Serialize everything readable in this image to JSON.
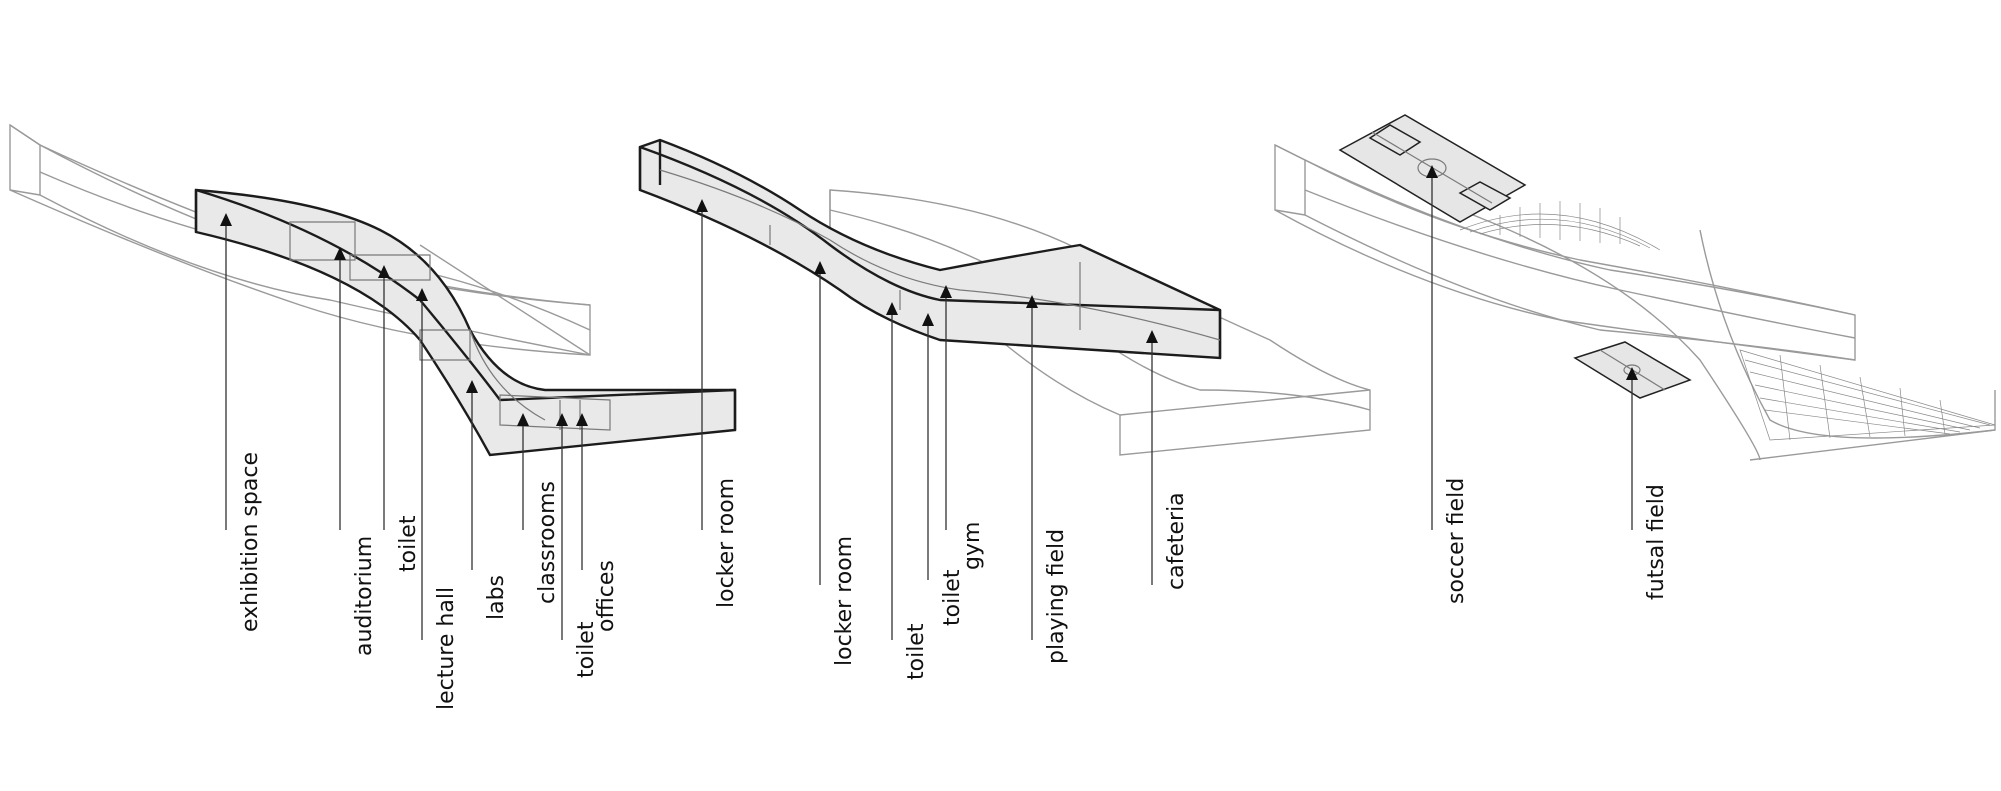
{
  "diagram1": {
    "labels": [
      "exhibition space",
      "auditorium",
      "toilet",
      "lecture hall",
      "labs",
      "classrooms",
      "toilet",
      "offices"
    ]
  },
  "diagram2": {
    "labels": [
      "locker room",
      "locker room",
      "toilet",
      "toilet",
      "gym",
      "playing field",
      "cafeteria"
    ]
  },
  "diagram3": {
    "labels": [
      "soccer field",
      "futsal field"
    ]
  },
  "colors": {
    "line": "#1c1c1c",
    "fill": "#e9e9e9",
    "guide": "#9a9a9a"
  }
}
